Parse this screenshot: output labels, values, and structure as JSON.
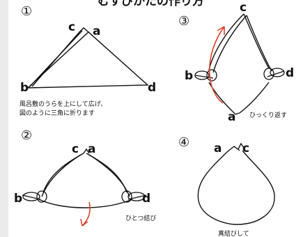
{
  "page": {
    "background": "#ffffff",
    "rail_color": "#ebebeb",
    "ink_color": "#111111",
    "arrow_color": "#d9402b"
  },
  "header": {
    "partial_title": "むすびかたの作り方"
  },
  "steps": [
    {
      "number": "①",
      "labels": {
        "c": "c",
        "a": "a",
        "b": "b",
        "d": "d"
      },
      "caption": [
        "風呂敷のうらを上にして広げ、",
        "図のように三角に折ります"
      ]
    },
    {
      "number": "②",
      "labels": {
        "c": "c",
        "a": "a",
        "b": "b",
        "d": "d"
      },
      "caption": [
        "ひとつ結び"
      ]
    },
    {
      "number": "③",
      "labels": {
        "c": "c",
        "b": "b",
        "d": "d",
        "a": "a"
      },
      "caption": [
        "ひっくり返す"
      ]
    },
    {
      "number": "④",
      "labels": {
        "a": "a",
        "c": "c"
      },
      "caption": [
        "真結びして"
      ]
    }
  ]
}
